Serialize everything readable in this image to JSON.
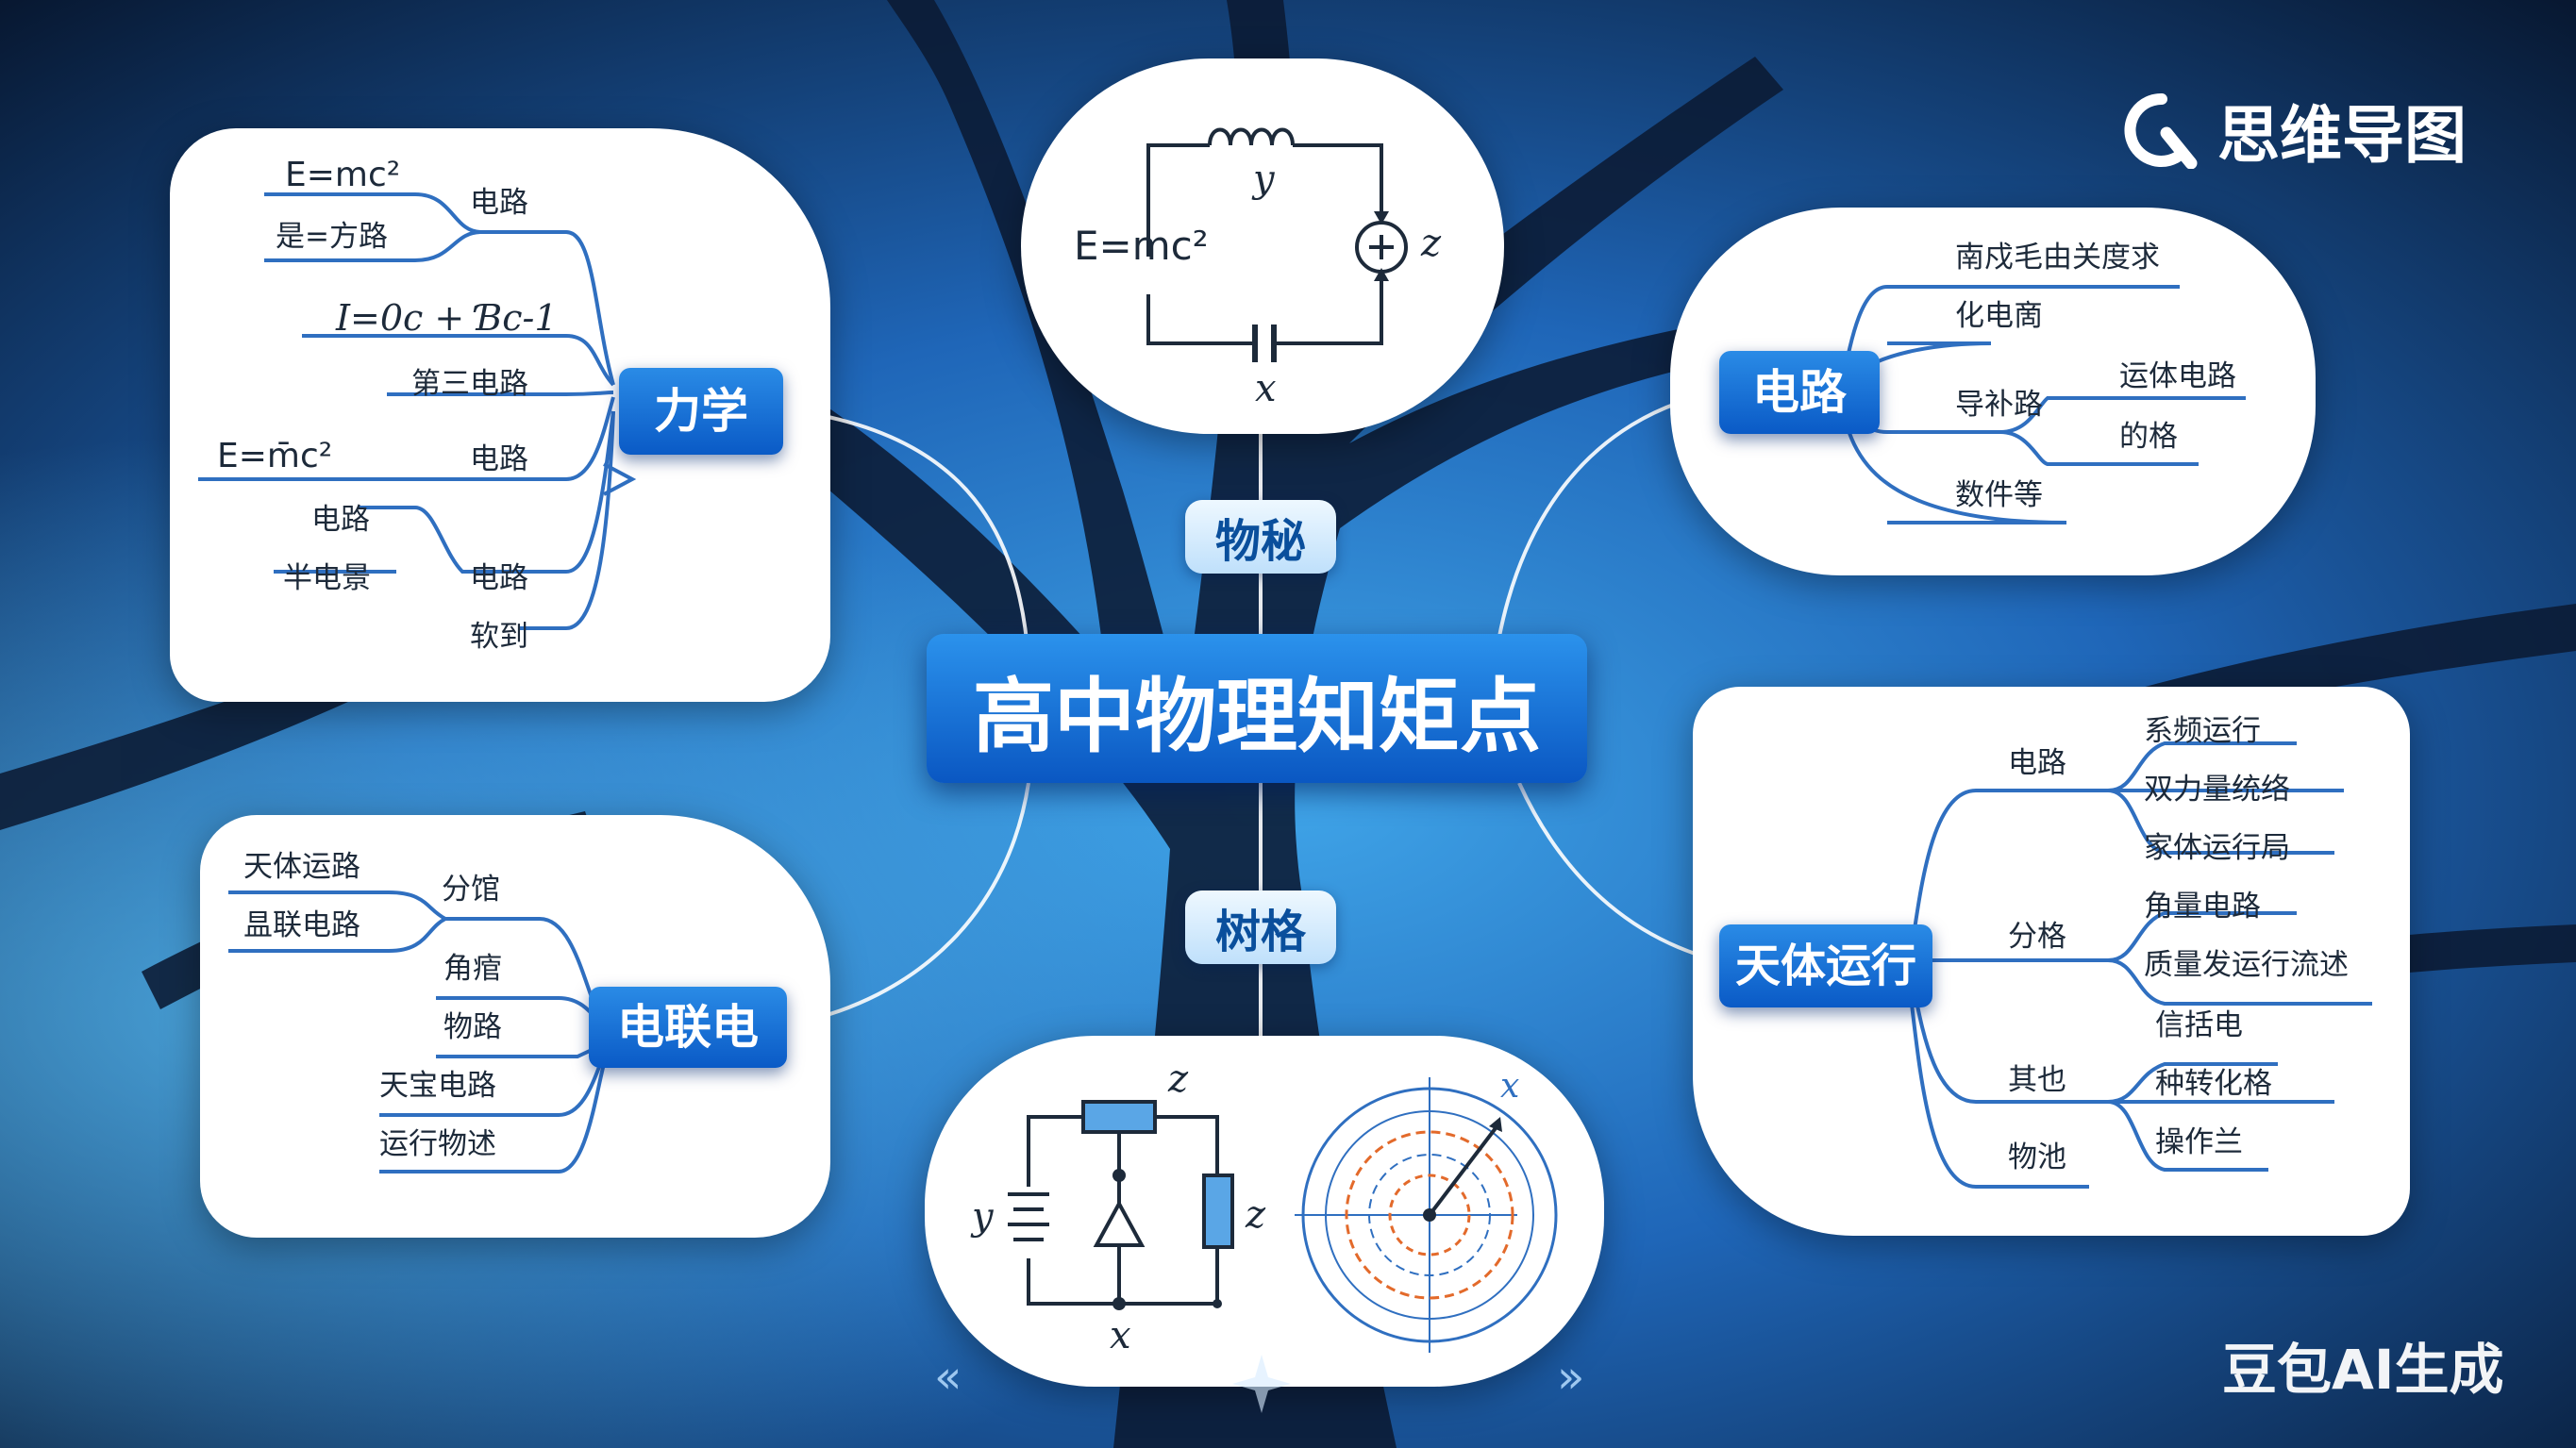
{
  "brand": {
    "name": "思维导图",
    "icon": "q-logo-icon"
  },
  "watermark": "豆包AI生成",
  "central": {
    "title": "高中物理知矩点"
  },
  "tags": {
    "top": "物秘",
    "bottom": "树格"
  },
  "branches": {
    "mechanics": {
      "hub": "力学",
      "eq1": "E=mc²",
      "eq2": "I=0c + Ɓc-1",
      "eq3": "E=m̄c²",
      "items": [
        "是=方路",
        "电路",
        "第三电路",
        "电路",
        "电路",
        "半电景",
        "电路",
        "软到"
      ]
    },
    "electric": {
      "hub": "电联电",
      "items": [
        "天体运路",
        "昷联电路",
        "分馆",
        "角痯",
        "物路",
        "天宝电路",
        "运行物述"
      ]
    },
    "circuit": {
      "hub": "电路",
      "items": [
        "南戍毛由关度求",
        "化电啇",
        "导补路",
        "运体电路",
        "的格",
        "数件等"
      ]
    },
    "celestial": {
      "hub": "天体运行",
      "groups": [
        {
          "label": "电路",
          "items": [
            "系频运行",
            "双力量统络",
            "家体运行局"
          ]
        },
        {
          "label": "分格",
          "items": [
            "角量电路",
            "质量发运行流述"
          ]
        },
        {
          "label": "其也",
          "items": [
            "信括电",
            "种转化格",
            "操作兰"
          ]
        },
        {
          "label": "物池",
          "items": []
        }
      ]
    }
  },
  "top_diagram": {
    "eq": "E=mc²",
    "y": "y",
    "z": "z",
    "x": "x"
  },
  "bottom_diagram": {
    "z_top": "z",
    "z_right": "z",
    "y": "y",
    "x": "x",
    "polar_x": "x"
  },
  "nav": {
    "prev": "«",
    "next": "»"
  },
  "colors": {
    "hub": "#0a5ac6",
    "line": "#2f6fc0",
    "bg_dark": "#07162e",
    "bg_light": "#3fa4e8"
  }
}
